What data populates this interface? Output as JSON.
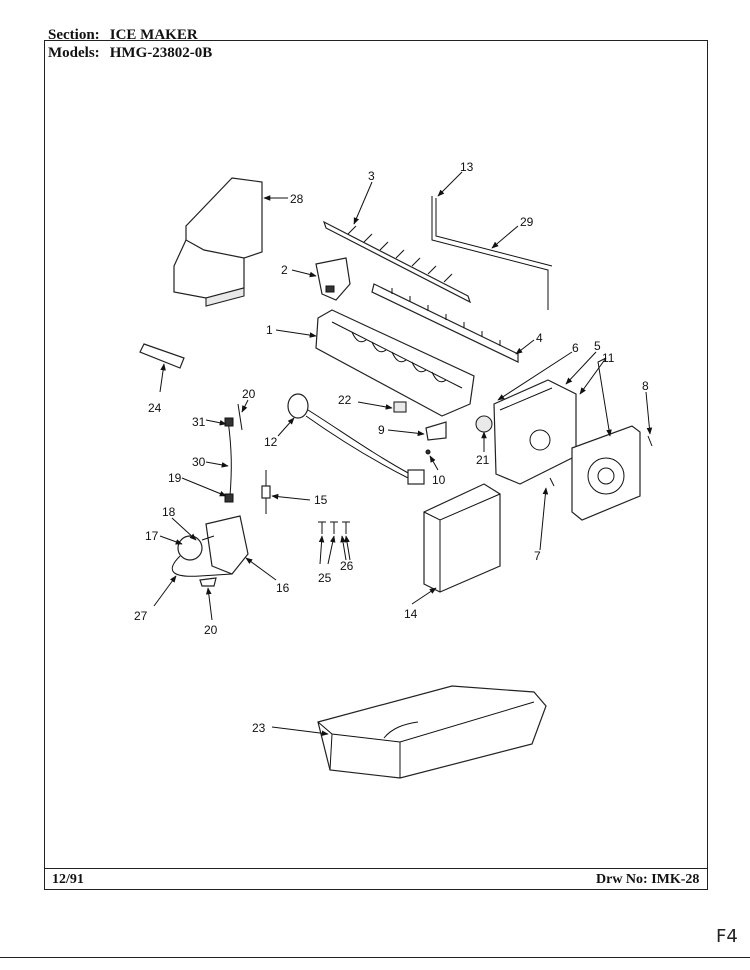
{
  "header": {
    "section_key": "Section:",
    "section_value": "ICE MAKER",
    "models_key": "Models:",
    "models_value": "HMG-23802-0B"
  },
  "footer": {
    "date": "12/91",
    "drawing_number": "Drw No: IMK-28"
  },
  "margin_note": "F4",
  "callouts": [
    {
      "id": "c1",
      "text": "1"
    },
    {
      "id": "c2",
      "text": "2"
    },
    {
      "id": "c3",
      "text": "3"
    },
    {
      "id": "c4",
      "text": "4"
    },
    {
      "id": "c5",
      "text": "5"
    },
    {
      "id": "c6",
      "text": "6"
    },
    {
      "id": "c7",
      "text": "7"
    },
    {
      "id": "c8",
      "text": "8"
    },
    {
      "id": "c9",
      "text": "9"
    },
    {
      "id": "c10",
      "text": "10"
    },
    {
      "id": "c11",
      "text": "11"
    },
    {
      "id": "c12",
      "text": "12"
    },
    {
      "id": "c13",
      "text": "13"
    },
    {
      "id": "c14",
      "text": "14"
    },
    {
      "id": "c15",
      "text": "15"
    },
    {
      "id": "c16",
      "text": "16"
    },
    {
      "id": "c17",
      "text": "17"
    },
    {
      "id": "c18",
      "text": "18"
    },
    {
      "id": "c19",
      "text": "19"
    },
    {
      "id": "c20a",
      "text": "20"
    },
    {
      "id": "c20b",
      "text": "20"
    },
    {
      "id": "c21",
      "text": "21"
    },
    {
      "id": "c22",
      "text": "22"
    },
    {
      "id": "c23",
      "text": "23"
    },
    {
      "id": "c24",
      "text": "24"
    },
    {
      "id": "c25",
      "text": "25"
    },
    {
      "id": "c26",
      "text": "26"
    },
    {
      "id": "c27",
      "text": "27"
    },
    {
      "id": "c28",
      "text": "28"
    },
    {
      "id": "c29",
      "text": "29"
    },
    {
      "id": "c30",
      "text": "30"
    },
    {
      "id": "c31",
      "text": "31"
    }
  ]
}
